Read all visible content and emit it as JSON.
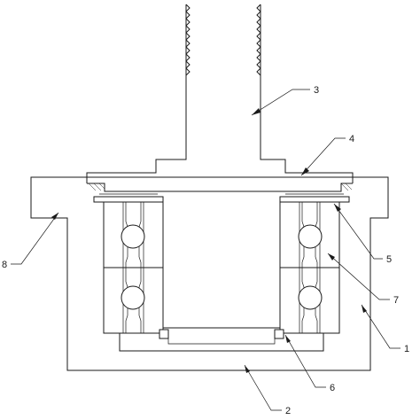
{
  "labels": {
    "p1": "1",
    "p2": "2",
    "p3": "3",
    "p4": "4",
    "p5": "5",
    "p6": "6",
    "p7": "7",
    "p8": "8"
  }
}
